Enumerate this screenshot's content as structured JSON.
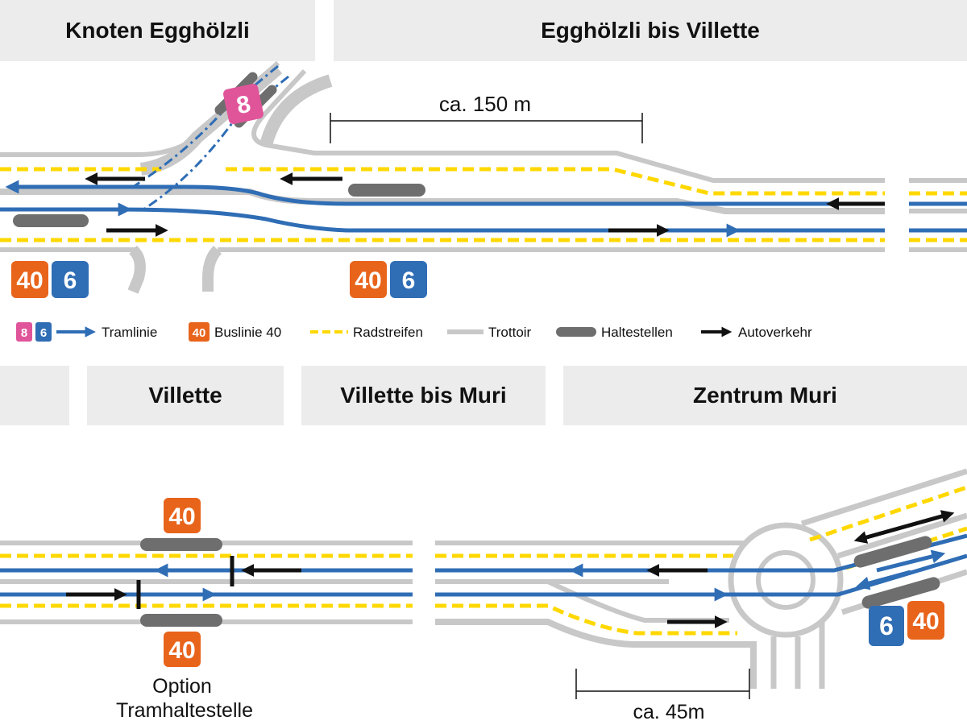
{
  "headers": {
    "knoten": "Knoten Egghölzli",
    "eggholzli_villette": "Egghölzli bis Villette",
    "villette": "Villette",
    "villette_muri": "Villette bis Muri",
    "zentrum_muri": "Zentrum Muri"
  },
  "badges": {
    "tram_8": "8",
    "tram_6": "6",
    "bus_40": "40"
  },
  "dimensions": {
    "ca_150": "ca. 150 m",
    "ca_45": "ca. 45m"
  },
  "option": {
    "line1": "Option",
    "line2": "Tramhaltestelle"
  },
  "legend": {
    "tramlinie": "Tramlinie",
    "buslinie": "Buslinie 40",
    "radstreifen": "Radstreifen",
    "trottoir": "Trottoir",
    "haltestellen": "Haltestellen",
    "autoverkehr": "Autoverkehr"
  },
  "colors": {
    "tram_blue": "#2f6db5",
    "bus_orange": "#e8641b",
    "tram8_pink": "#e0559a",
    "bike_yellow": "#ffd800",
    "sidewalk_grey": "#c8c8c8",
    "stop_grey": "#6e6e6e",
    "car_black": "#111111",
    "header_bg": "#ececec"
  }
}
